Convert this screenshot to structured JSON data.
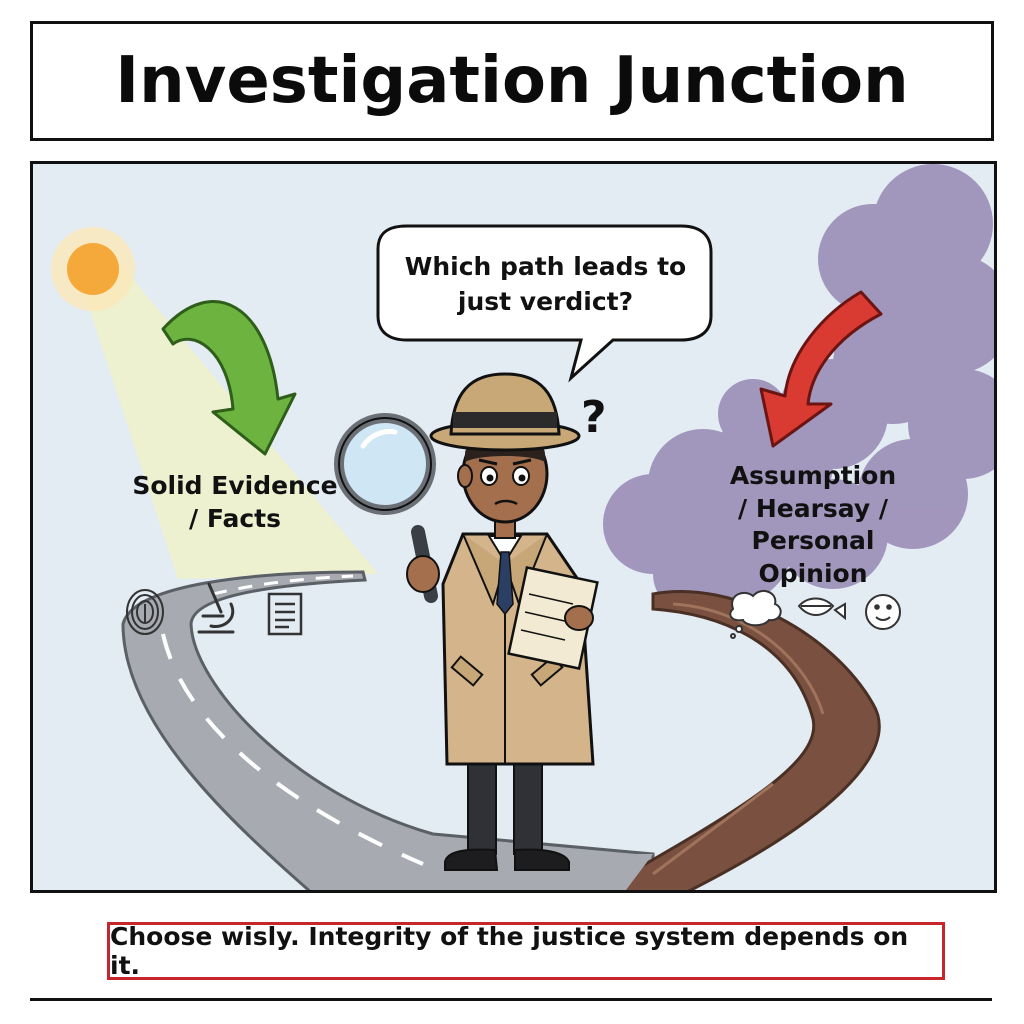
{
  "title": "Investigation Junction",
  "speech_bubble": {
    "line1": "Which path leads to",
    "line2": "just verdict?"
  },
  "question_mark": "?",
  "left_path": {
    "label_line1": "Solid Evidence",
    "label_line2": "/ Facts",
    "arrow_color": "#6cb33f",
    "icons": [
      "fingerprint-icon",
      "microscope-icon",
      "document-icon"
    ]
  },
  "right_path": {
    "label_line1": "Assumption",
    "label_line2": "/ Hearsay /",
    "label_line3": "Personal Opinion",
    "arrow_color": "#d93a32",
    "icons": [
      "thought-bubble-icon",
      "speech-lips-icon",
      "smiley-icon"
    ]
  },
  "footer": "Choose wisly. Integrity of the justice system depends on it.",
  "colors": {
    "sky": "#e3ebf3",
    "sun": "#f5a93b",
    "road": "#a9adb2",
    "dirt_path": "#7a5140",
    "smoke": "#9a8db6",
    "coat": "#d4b48a",
    "footer_border": "#c8262d"
  }
}
